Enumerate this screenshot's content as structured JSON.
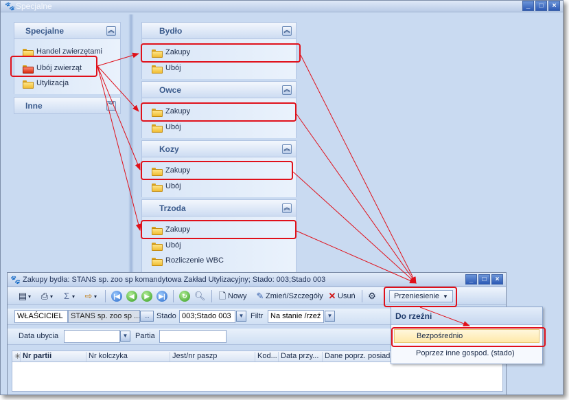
{
  "main_window": {
    "title": "Specjalne",
    "icon": "paw-icon",
    "buttons": [
      "_",
      "□",
      "×"
    ]
  },
  "left_panel": {
    "group1": {
      "title": "Specjalne",
      "items": [
        "Handel zwierzętami",
        "Ubój zwierząt",
        "Utylizacja"
      ]
    },
    "group2": {
      "title": "Inne"
    }
  },
  "middle_panel": {
    "groups": [
      {
        "title": "Bydło",
        "items": [
          "Zakupy",
          "Ubój"
        ]
      },
      {
        "title": "Owce",
        "items": [
          "Zakupy",
          "Ubój"
        ]
      },
      {
        "title": "Kozy",
        "items": [
          "Zakupy",
          "Ubój"
        ]
      },
      {
        "title": "Trzoda",
        "items": [
          "Zakupy",
          "Ubój",
          "Rozliczenie WBC"
        ]
      }
    ]
  },
  "child_window": {
    "title": "Zakupy bydła: STANS sp. zoo sp komandytowa Zakład Utylizacyjny; Stado: 003;Stado 003",
    "toolbar": {
      "new_label": "Nowy",
      "edit_label": "Zmień/Szczegóły",
      "delete_label": "Usuń",
      "transfer_label": "Przeniesienie"
    },
    "filter": {
      "owner_label": "WŁAŚCICIEL",
      "owner_value": "STANS sp. zoo sp ...",
      "owner_btn": "...",
      "herd_label": "Stado",
      "herd_value": "003;Stado 003",
      "filter_label": "Filtr",
      "filter_value": "Na stanie /rzeź"
    },
    "filter2": {
      "date_label": "Data ubycia",
      "date_value": "",
      "batch_label": "Partia",
      "batch_value": ""
    },
    "grid": {
      "columns": [
        "Nr partii",
        "Nr kolczyka",
        "Jest/nr paszp",
        "Kod...",
        "Data przy...",
        "Dane poprz. posiada"
      ]
    }
  },
  "dropdown_menu": {
    "header": "Do rzeźni",
    "items": [
      "Bezpośrednio",
      "Poprzez inne gospod. (stado)"
    ]
  },
  "colors": {
    "highlight": "#e0101a",
    "panel_bg": "#c9daf1",
    "menu_selected": "#ffe9a8"
  }
}
